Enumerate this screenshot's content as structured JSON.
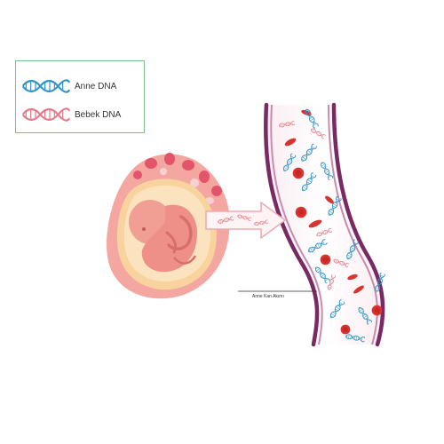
{
  "legend": {
    "items": [
      {
        "label": "Anne DNA",
        "color": "#2f95c8",
        "icon": "dna-helix-icon"
      },
      {
        "label": "Bebek DNA",
        "color": "#e57a86",
        "icon": "dna-helix-icon"
      }
    ]
  },
  "labels": {
    "blood_flow": "Anne Kan Akımı"
  },
  "colors": {
    "vessel_wall": "#7a2a63",
    "blood_cell": "#d8332f",
    "womb": "#f3a7a0",
    "fetus": "#f19e95",
    "arrow": "#f4c6c8"
  }
}
